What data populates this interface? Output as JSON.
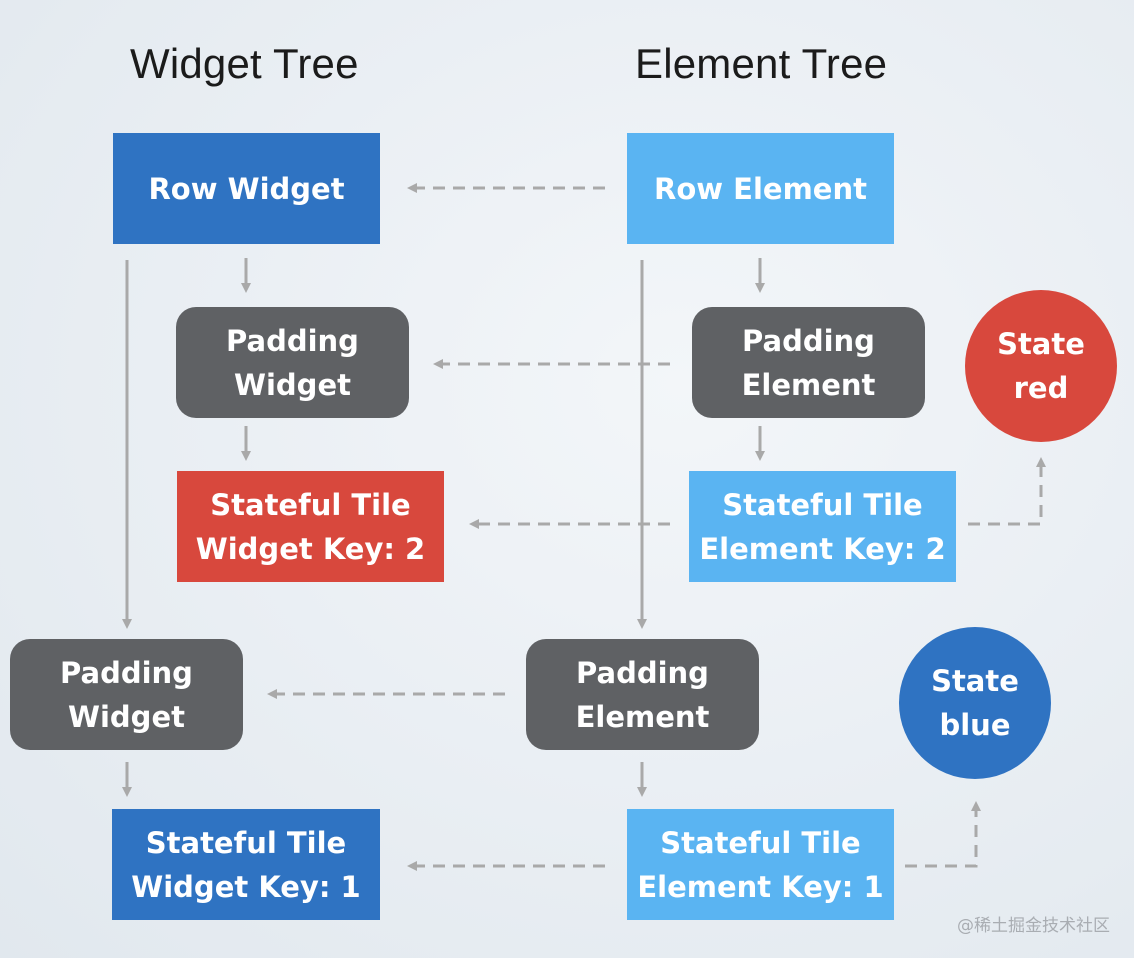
{
  "headings": {
    "widget_tree": "Widget Tree",
    "element_tree": "Element Tree"
  },
  "widget_tree": {
    "row": [
      "Row Widget"
    ],
    "inner_padding": [
      "Padding",
      "Widget"
    ],
    "tile_2": [
      "Stateful Tile",
      "Widget Key: 2"
    ],
    "outer_padding": [
      "Padding",
      "Widget"
    ],
    "tile_1": [
      "Stateful Tile",
      "Widget Key: 1"
    ]
  },
  "element_tree": {
    "row": [
      "Row Element"
    ],
    "inner_padding": [
      "Padding",
      "Element"
    ],
    "tile_2": [
      "Stateful Tile",
      "Element Key: 2"
    ],
    "outer_padding": [
      "Padding",
      "Element"
    ],
    "tile_1": [
      "Stateful Tile",
      "Element Key: 1"
    ]
  },
  "states": {
    "red": [
      "State",
      "red"
    ],
    "blue": [
      "State",
      "blue"
    ]
  },
  "colors": {
    "widget_blue": "#2f73c2",
    "element_blue": "#5ab4f2",
    "red": "#d8483d",
    "padding_grey": "#5f6164",
    "arrow_grey": "#a9a9a9"
  },
  "watermark": "@稀土掘金技术社区"
}
